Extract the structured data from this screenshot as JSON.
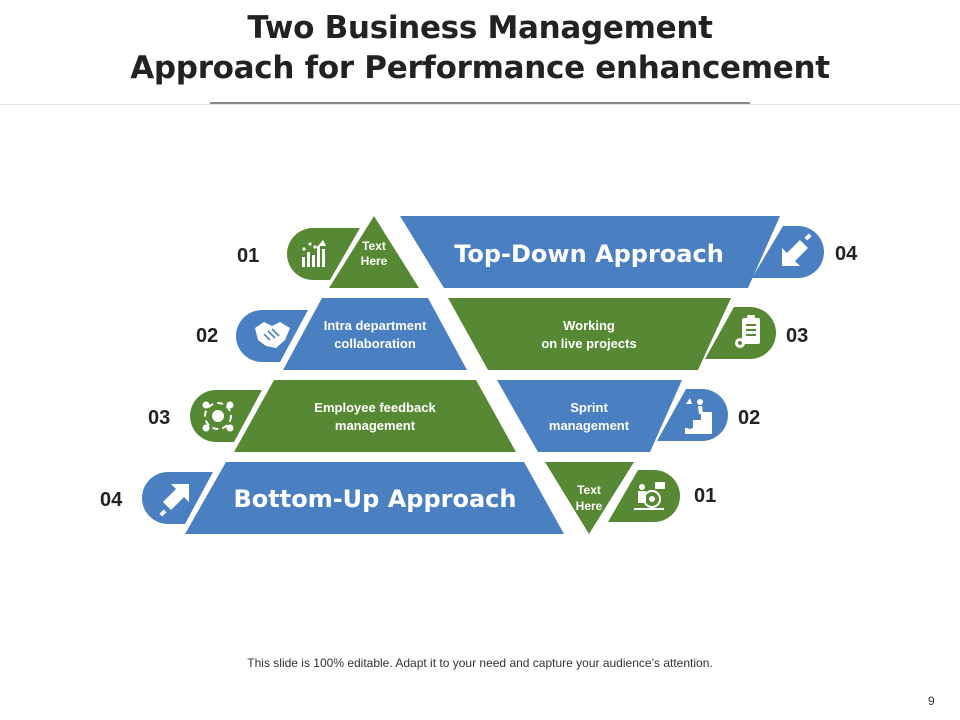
{
  "title": {
    "line1": "Two Business Management",
    "line2": "Approach for Performance enhancement"
  },
  "colors": {
    "blue": "#4a7fc1",
    "green": "#578833"
  },
  "left_column": [
    {
      "number": "01",
      "icon": "bar-chart-growth-icon",
      "label_line1": "Text",
      "label_line2": "Here",
      "color": "green"
    },
    {
      "number": "02",
      "icon": "handshake-icon",
      "label_line1": "Intra department",
      "label_line2": "collaboration",
      "color": "blue"
    },
    {
      "number": "03",
      "icon": "feedback-cycle-icon",
      "label_line1": "Employee feedback",
      "label_line2": "management",
      "color": "green"
    },
    {
      "number": "04",
      "icon": "arrow-up-right-icon",
      "label": "Bottom-Up Approach",
      "color": "blue"
    }
  ],
  "right_column": [
    {
      "number": "04",
      "icon": "arrow-down-left-icon",
      "label": "Top-Down Approach",
      "color": "blue"
    },
    {
      "number": "03",
      "icon": "clipboard-gear-icon",
      "label_line1": "Working",
      "label_line2": "on live projects",
      "color": "green"
    },
    {
      "number": "02",
      "icon": "climbing-stairs-icon",
      "label_line1": "Sprint",
      "label_line2": "management",
      "color": "blue"
    },
    {
      "number": "01",
      "icon": "person-target-icon",
      "label_line1": "Text",
      "label_line2": "Here",
      "color": "green"
    }
  ],
  "footer": "This slide is 100% editable. Adapt it to your need and capture your audience’s attention.",
  "page_number": "9"
}
